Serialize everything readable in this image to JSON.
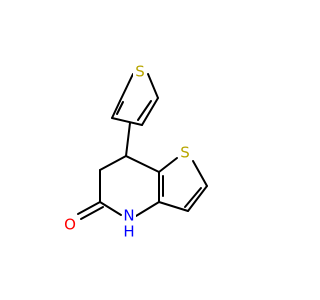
{
  "molecule": {
    "atoms": {
      "sulfur_top": {
        "symbol": "S",
        "color": "#b8a600"
      },
      "sulfur_ring": {
        "symbol": "S",
        "color": "#b8a600"
      },
      "oxygen": {
        "symbol": "O",
        "color": "#ff0000"
      },
      "nitrogen": {
        "symbol": "N",
        "color": "#0000ff"
      },
      "nitrogen_h": {
        "symbol": "H",
        "color": "#0000ff"
      }
    }
  }
}
